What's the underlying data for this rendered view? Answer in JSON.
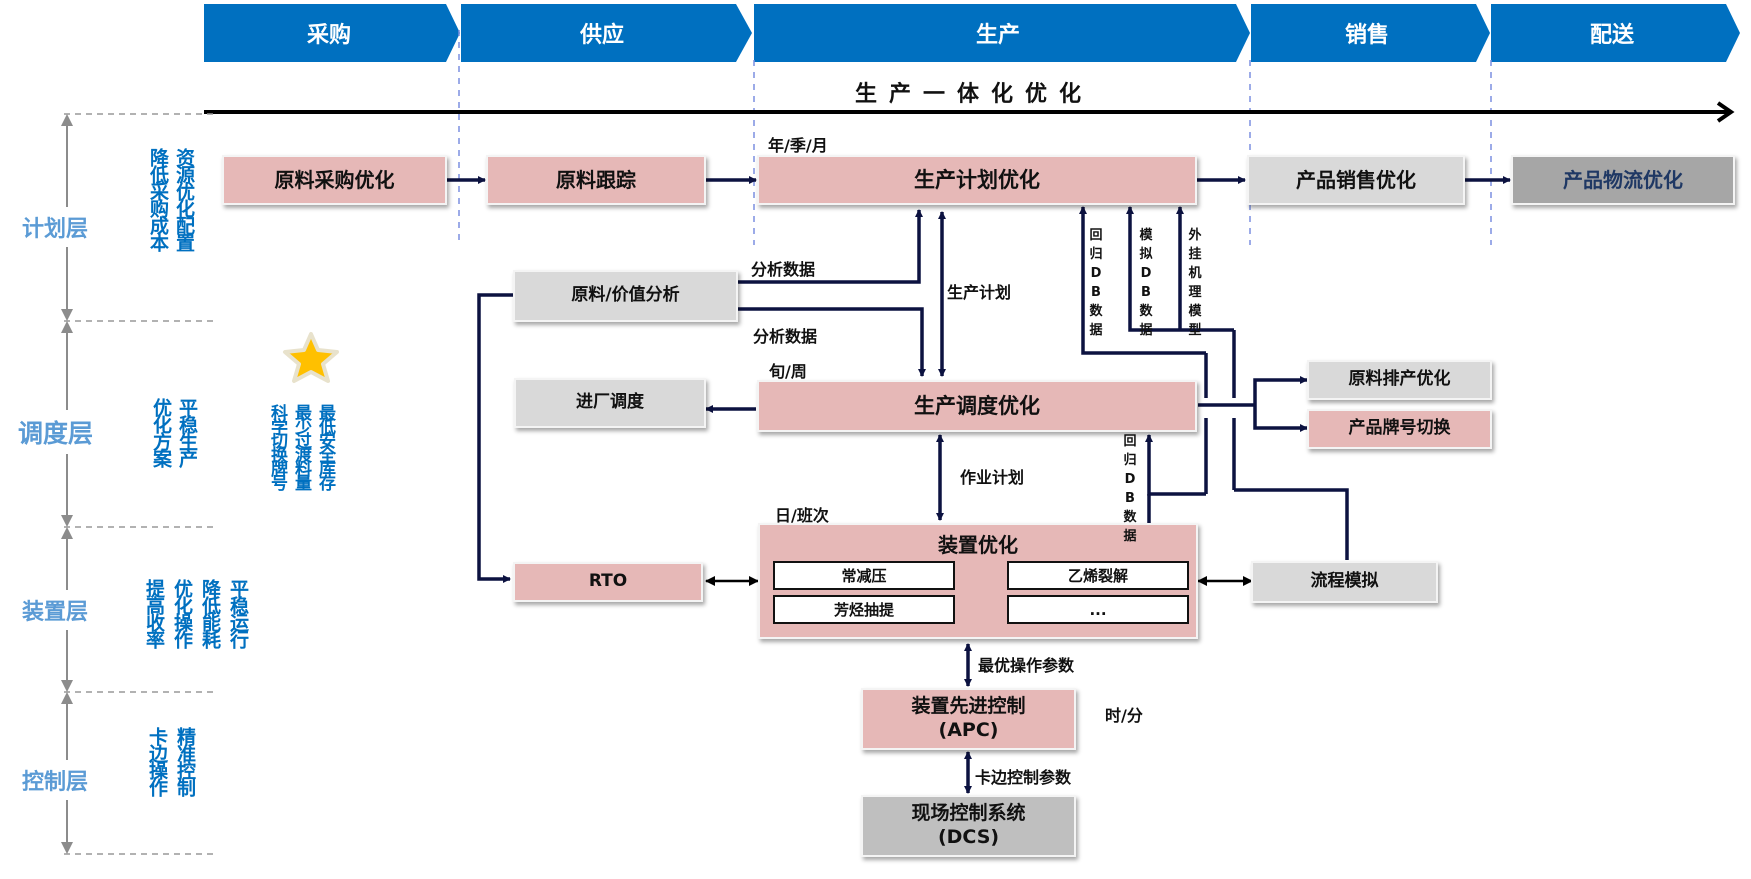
{
  "stages": [
    {
      "label": "采购"
    },
    {
      "label": "供应"
    },
    {
      "label": "生产"
    },
    {
      "label": "销售"
    },
    {
      "label": "配送"
    }
  ],
  "timeline_title": "生产一体化优化",
  "layers": [
    {
      "name": "计划层",
      "goals": [
        "资源优化配置",
        "降低采购成本"
      ]
    },
    {
      "name": "调度层",
      "goals": [
        "平稳生产",
        "优化方案"
      ],
      "highlight_goals": [
        "最低安全库存",
        "最少过渡料量",
        "科学切换牌号"
      ]
    },
    {
      "name": "装置层",
      "goals": [
        "平稳运行",
        "降低能耗",
        "优化操作",
        "提高收率"
      ]
    },
    {
      "name": "控制层",
      "goals": [
        "精准控制",
        "卡边操作"
      ]
    }
  ],
  "nodes": {
    "raw_purchase": "原料采购优化",
    "raw_tracking": "原料跟踪",
    "production_plan": "生产计划优化",
    "product_sales": "产品销售优化",
    "product_logistics": "产品物流优化",
    "raw_value_analysis": "原料/价值分析",
    "inbound_dispatch": "进厂调度",
    "production_dispatch": "生产调度优化",
    "raw_scheduling": "原料排产优化",
    "grade_switch": "产品牌号切换",
    "rto": "RTO",
    "unit_optimization": "装置优化",
    "unit_subs": [
      "常减压",
      "乙烯裂解",
      "芳烃抽提",
      "..."
    ],
    "process_simulation": "流程模拟",
    "apc_line1": "装置先进控制",
    "apc_line2": "(APC)",
    "dcs_line1": "现场控制系统",
    "dcs_line2": "(DCS)"
  },
  "time_labels": {
    "plan": "年/季/月",
    "dispatch": "旬/周",
    "unit": "日/班次",
    "control": "时/分"
  },
  "edge_labels": {
    "analysis_data_1": "分析数据",
    "analysis_data_2": "分析数据",
    "production_plan": "生产计划",
    "work_plan": "作业计划",
    "optimal_params": "最优操作参数",
    "edge_control_params": "卡边控制参数",
    "regression_db_1": "回归DB数据",
    "simulation_db": "模拟DB数据",
    "external_model": "外挂机理模型",
    "regression_db_2": "回归DB数据"
  },
  "colors": {
    "stage_blue": "#0070c0",
    "node_pink": "#e6b8b7",
    "node_grey": "#d9d9d9",
    "node_dark_grey": "#a6a6a6",
    "layer_text": "#5b9bd5",
    "goal_text": "#0070c0",
    "connector": "#0c1240",
    "star": "#ffc000"
  }
}
